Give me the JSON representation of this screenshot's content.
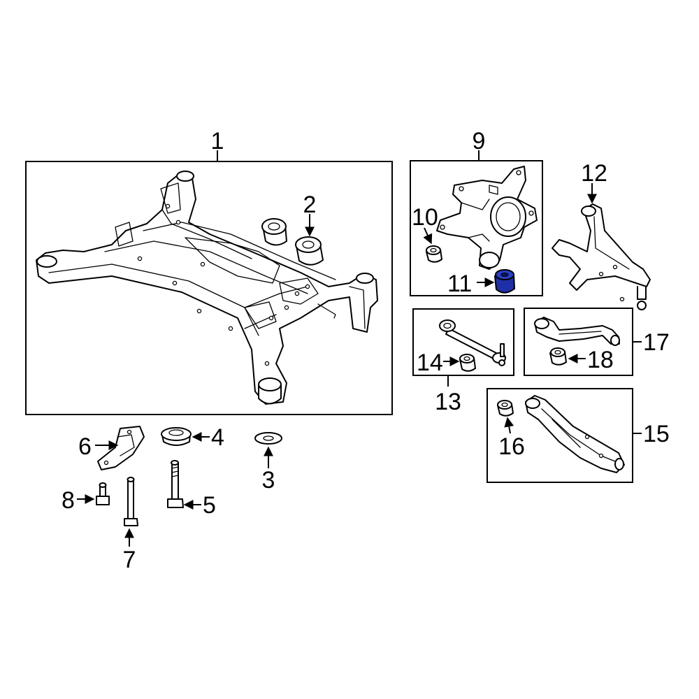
{
  "callouts": {
    "c1": "1",
    "c2": "2",
    "c3": "3",
    "c4": "4",
    "c5": "5",
    "c6": "6",
    "c7": "7",
    "c8": "8",
    "c9": "9",
    "c10": "10",
    "c11": "11",
    "c12": "12",
    "c13": "13",
    "c14": "14",
    "c15": "15",
    "c16": "16",
    "c17": "17",
    "c18": "18"
  },
  "colors": {
    "highlight": "#1f2fa8",
    "line": "#000000",
    "background": "#ffffff"
  }
}
